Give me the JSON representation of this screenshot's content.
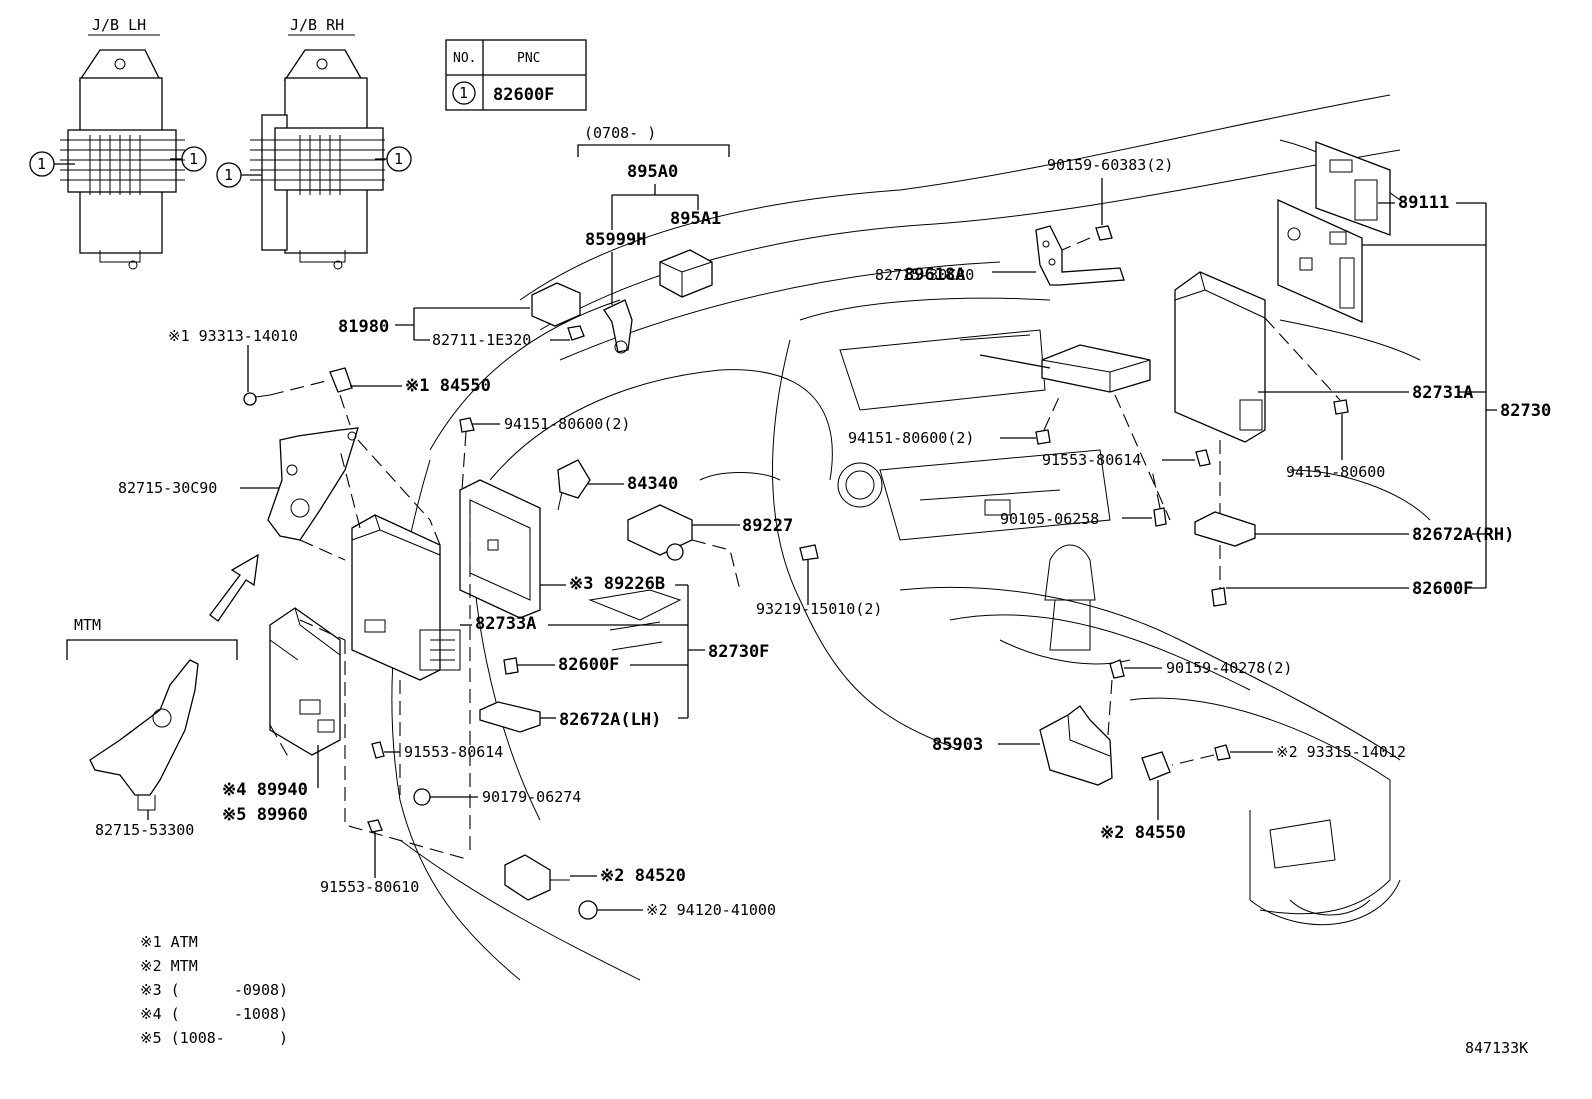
{
  "header": {
    "jb_lh": "J/B LH",
    "jb_rh": "J/B RH",
    "circled_ref": "1"
  },
  "pnc_table": {
    "col_no": "NO.",
    "col_pnc": "PNC",
    "row_no": "1",
    "row_pnc": "82600F"
  },
  "date_range": "(0708-    )",
  "labels": {
    "p895A0": "895A0",
    "p895A1": "895A1",
    "p85999H": "85999H",
    "p81980": "81980",
    "p82711": "82711-1E320",
    "p93313": "※1 93313-14010",
    "p84550_1": "※1 84550",
    "p94151_2a": "94151-80600(2)",
    "p82715_30C90": "82715-30C90",
    "p84340": "84340",
    "p89227": "89227",
    "p89226B": "※3 89226B",
    "p82733A": "82733A",
    "p82730F": "82730F",
    "p82600F_lh": "82600F",
    "p82672A_lh": "82672A(LH)",
    "p93219": "93219-15010(2)",
    "p91553_80614_lh": "91553-80614",
    "p90179": "90179-06274",
    "p91553_80610": "91553-80610",
    "p84520": "※2 84520",
    "p94120": "※2 94120-41000",
    "mtm": "MTM",
    "p82715_53300": "82715-53300",
    "p89940": "※4 89940",
    "p89960": "※5 89960",
    "p90159_60383": "90159-60383(2)",
    "p82715_30C80": "82715-30C80",
    "p89618A": "89618A",
    "p94151_2b": "94151-80600(2)",
    "p91553_80614_rh": "91553-80614",
    "p90105": "90105-06258",
    "p89111": "89111",
    "p82731A": "82731A",
    "p82730": "82730",
    "p94151": "94151-80600",
    "p82672A_rh": "82672A(RH)",
    "p82600F_rh": "82600F",
    "p90159_40278": "90159-40278(2)",
    "p85903": "85903",
    "p93315": "※2 93315-14012",
    "p84550_2": "※2 84550"
  },
  "notes": [
    "※1 ATM",
    "※2 MTM",
    "※3 (      -0908)",
    "※4 (      -1008)",
    "※5 (1008-      )"
  ],
  "figure_id": "847133K"
}
